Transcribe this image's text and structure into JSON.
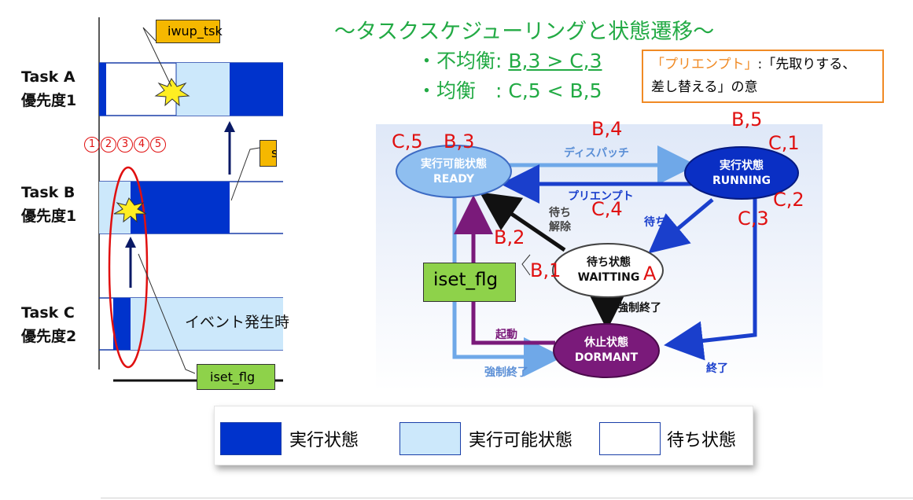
{
  "title": "〜タスクスケジューリングと状態遷移〜",
  "bullets": [
    {
      "label": "・不均衡: ",
      "expr": "B,3 > C,3"
    },
    {
      "label": "・均衡　: ",
      "expr": "C,5 < B,5"
    }
  ],
  "note": {
    "line1_a": "「プリエンプト」",
    "line1_b": ":「先取りする、",
    "line2": "差し替える」の意"
  },
  "tasks": [
    {
      "name": "Task A",
      "priority": "優先度1"
    },
    {
      "name": "Task B",
      "priority": "優先度1"
    },
    {
      "name": "Task C",
      "priority": "優先度2"
    }
  ],
  "timeline": {
    "tick_numbers": [
      "1",
      "2",
      "3",
      "4",
      "5"
    ],
    "iwup_label": "iwup_tsk",
    "event_label": "イベント発生時",
    "iset_label": "iset_flg",
    "s_label": "s"
  },
  "states": {
    "ready": {
      "jp": "実行可能状態",
      "en": "READY"
    },
    "running": {
      "jp": "実行状態",
      "en": "RUNNING"
    },
    "waiting": {
      "jp": "待ち状態",
      "en": "WAITTING"
    },
    "dormant": {
      "jp": "休止状態",
      "en": "DORMANT"
    }
  },
  "edges": {
    "dispatch": "ディスパッチ",
    "preempt": "プリエンプト",
    "wait": "待ち",
    "release_1": "待ち",
    "release_2": "解除",
    "force_end": "強制終了",
    "start": "起動",
    "force_end2": "強制終了",
    "end": "終了"
  },
  "annotations": {
    "c5": "C,5",
    "b3": "B,3",
    "b4": "B,4",
    "b5": "B,5",
    "c1": "C,1",
    "c2": "C,2",
    "c3": "C,3",
    "c4": "C,4",
    "b2": "B,2",
    "b1": "B,1",
    "a": "A",
    "iset_flg": "iset_flg"
  },
  "legend": [
    {
      "label": "実行状態",
      "color": "#0033cc"
    },
    {
      "label": "実行可能状態",
      "color": "#cce8fb"
    },
    {
      "label": "待ち状態",
      "color": "#ffffff"
    }
  ],
  "colors": {
    "run": "#0033cc",
    "ready": "#cce8fb",
    "title_green": "#22aa44",
    "purple": "#7a1a7a",
    "light_blue_arrow": "#6fa8e8"
  }
}
